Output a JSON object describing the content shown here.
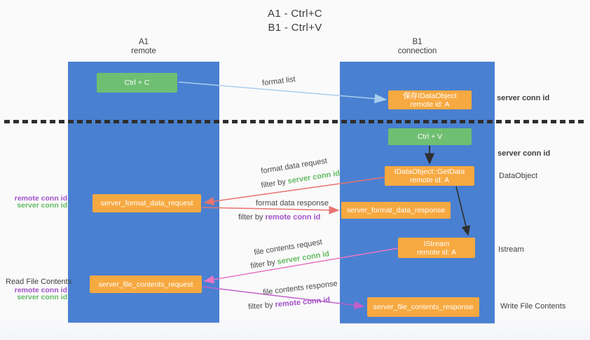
{
  "title": {
    "line1": "A1 - Ctrl+C",
    "line2": "B1 - Ctrl+V"
  },
  "lifelines": [
    {
      "name": "A1",
      "role": "remote"
    },
    {
      "name": "B1",
      "role": "connection"
    }
  ],
  "nodes": {
    "ctrl_c": "Ctrl + C",
    "ctrl_v": "Ctrl + V",
    "save_dataobject": {
      "line1": "保存IDataObject",
      "line2": "remote id: A"
    },
    "getdata": {
      "line1": "IDataObject::GetData",
      "line2": "remote id: A"
    },
    "istream": {
      "line1": "IStream",
      "line2": "remote id: A"
    },
    "format_request": "server_format_data_request",
    "format_response": "server_format_data_response",
    "file_request": "server_file_contents_request",
    "file_response": "server_file_contents_response"
  },
  "arrow_labels": {
    "format_list": "format list",
    "format_data_request": "format data request",
    "format_data_response": "format data response",
    "file_contents_request": "file contents request",
    "file_contents_response": "file contents response",
    "filter_by": "filter by",
    "server_conn_id": "server conn id",
    "remote_conn_id": "remote conn id"
  },
  "side_labels": {
    "server_conn_id_top": "server conn id",
    "server_conn_id_mid": "server conn id",
    "dataobject": "DataObject",
    "istream": "Istream",
    "read_file_contents": "Read File Contents",
    "write_file_contents": "Write File Contents",
    "remote_conn_id": "remote conn id",
    "server_conn_id": "server conn id"
  },
  "colors": {
    "lifeline_blue": "#4a80d1",
    "node_green": "#6fbf72",
    "node_orange": "#f7a941",
    "conn_id_green": "#63bb63",
    "conn_id_purple": "#a352c9",
    "arrow_blue": "#a9cdee",
    "arrow_red": "#e8736f",
    "arrow_pink": "#ea74c4",
    "arrow_magenta": "#c25fc9",
    "arrow_black": "#2f2f2f"
  }
}
